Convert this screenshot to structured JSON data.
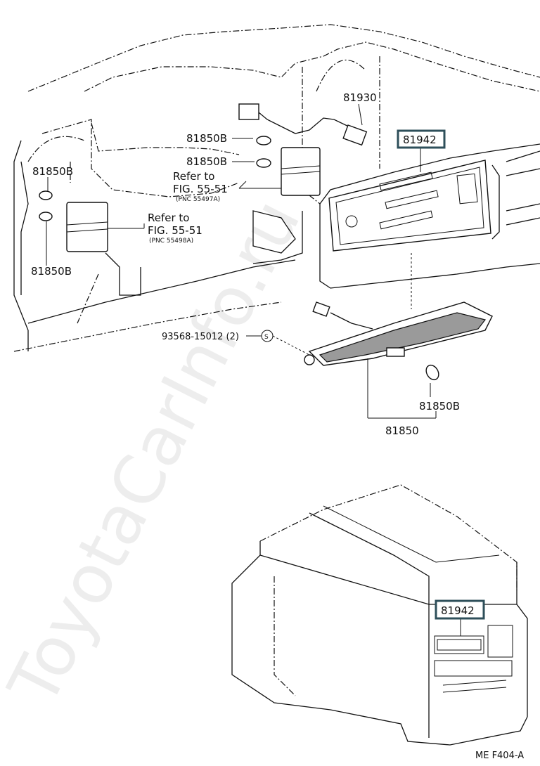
{
  "callouts": {
    "p81930": "81930",
    "p81942_top": "81942",
    "p81850b_a": "81850B",
    "p81850b_b": "81850B",
    "p81850b_c": "81850B",
    "p81850b_d": "81850B",
    "p81850b_e": "81850B",
    "p81850": "81850",
    "screw": "93568-15012 (2)",
    "screw_symbol": "S",
    "p81942_bottom": "81942"
  },
  "references": {
    "ref1_line1": "Refer to",
    "ref1_line2": "FIG. 55-51",
    "ref1_pnc": "(PNC 55497A)",
    "ref2_line1": "Refer to",
    "ref2_line2": "FIG. 55-51",
    "ref2_pnc": "(PNC 55498A)"
  },
  "footer": {
    "code": "ME  F404-A"
  },
  "watermark": "ToyotaCarInfo.ru",
  "colors": {
    "highlight_border": "#2e4f5a",
    "line": "#111111",
    "watermark": "#d9d9d9"
  }
}
